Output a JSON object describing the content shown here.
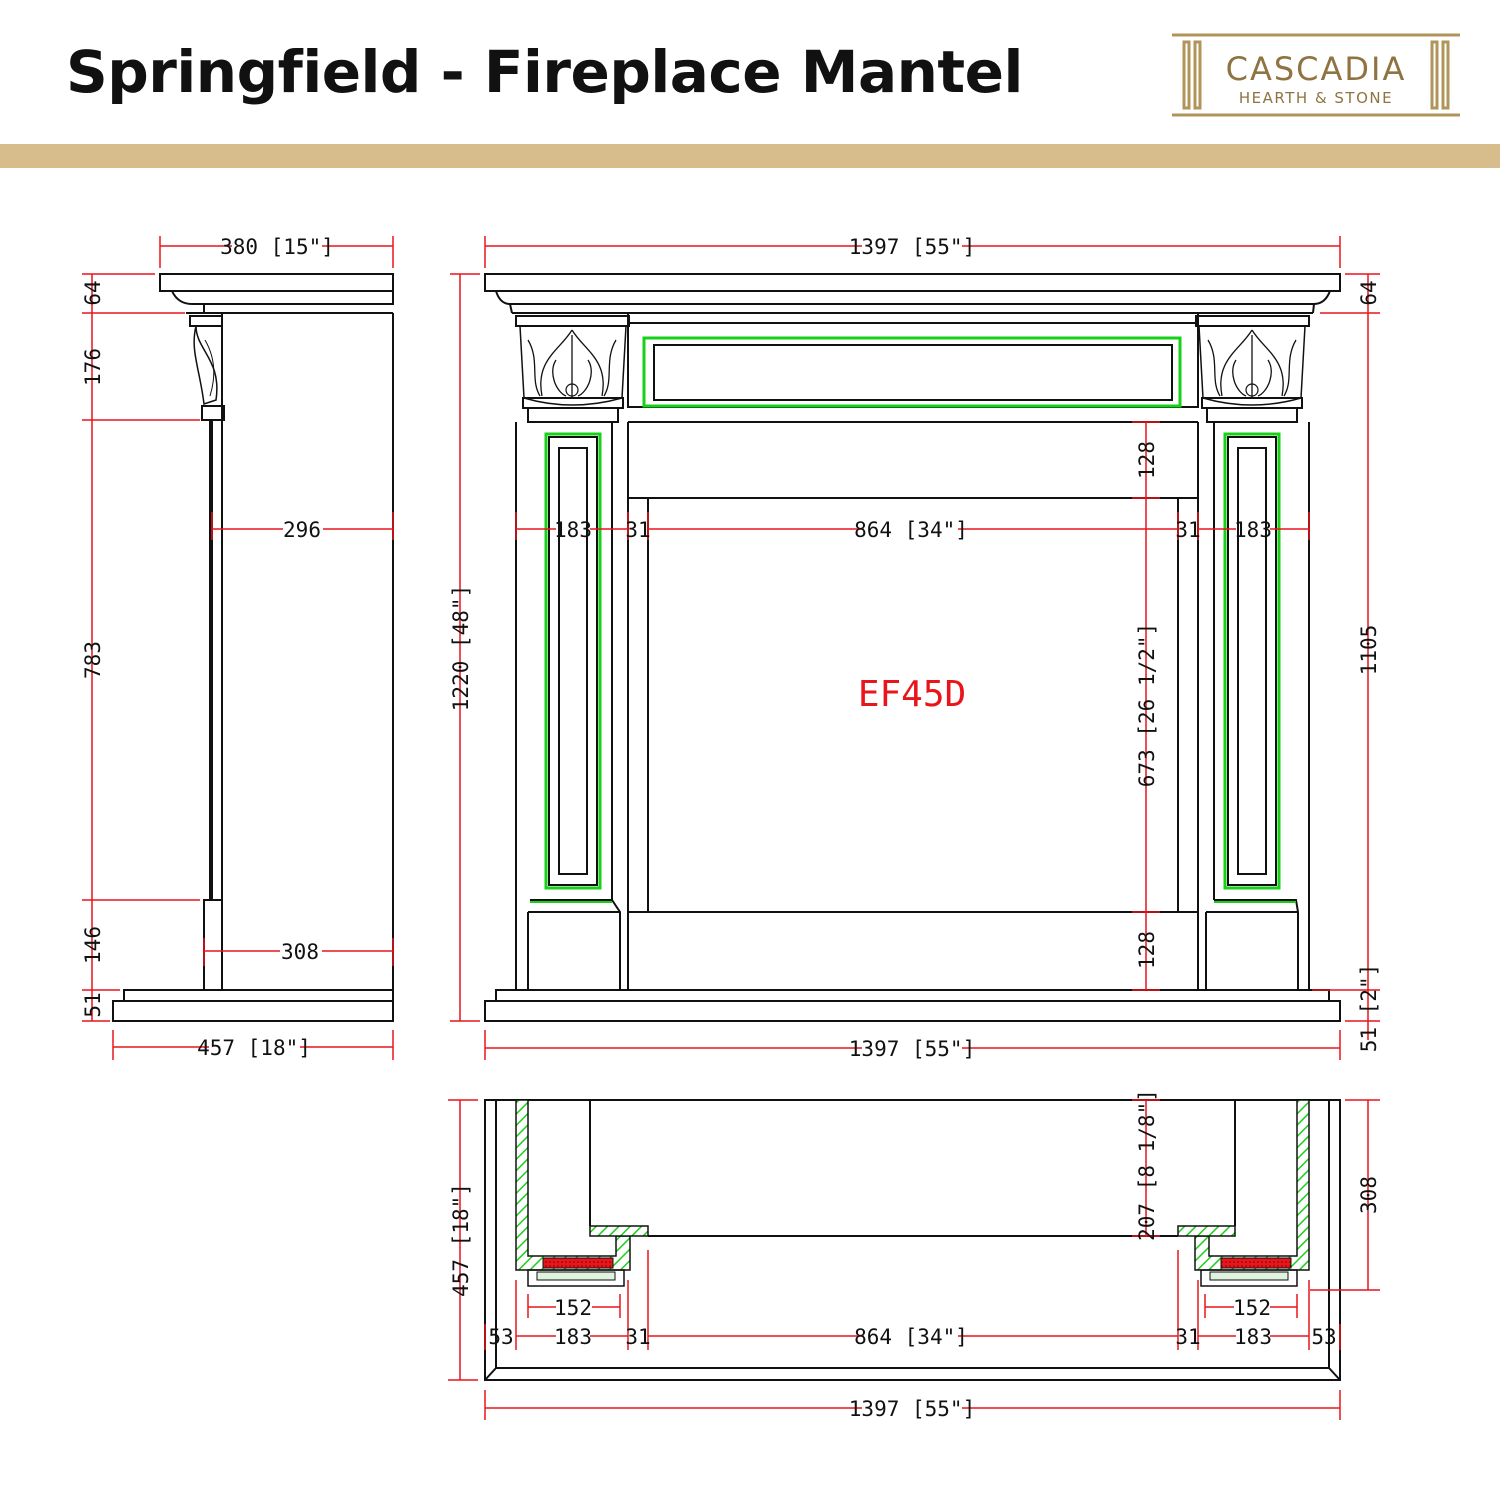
{
  "header": {
    "title": "Springfield - Fireplace Mantel",
    "band_color": "#d8bd8c"
  },
  "logo": {
    "name": "CASCADIA",
    "tagline": "HEARTH & STONE",
    "color": "#b0945a"
  },
  "colors": {
    "outline": "#111111",
    "dimension": "#e8151b",
    "panel_highlight": "#19d019",
    "hatch_red": "#e8151b"
  },
  "side_view": {
    "top_width": "380 [15\"]",
    "depth_upper": "296",
    "depth_lower": "308",
    "base_width": "457 [18\"]",
    "h_cap": "64",
    "h_corbel": "176",
    "h_leg": "783",
    "h_plinth": "146",
    "h_base": "51"
  },
  "front_view": {
    "overall_width_top": "1397 [55\"]",
    "overall_height": "1220 [48\"]",
    "h_cap": "64",
    "h_leg_total": "1105",
    "h_base": "51 [2\"]",
    "leg_width_left": "183",
    "reveal_left": "31",
    "opening_width": "864 [34\"]",
    "reveal_right": "31",
    "leg_width_right": "183",
    "header_height": "128",
    "opening_height": "673 [26 1/2\"]",
    "hearth_height": "128",
    "insert_model": "EF45D",
    "overall_width_bottom": "1397 [55\"]"
  },
  "plan_view": {
    "overall_depth": "457 [18\"]",
    "inner_depth": "207 [8 1/8\"]",
    "leg_depth": "308",
    "post_left": "152",
    "post_right": "152",
    "edge_left": "53",
    "leg_left": "183",
    "reveal_left": "31",
    "opening": "864 [34\"]",
    "reveal_right": "31",
    "leg_right": "183",
    "edge_right": "53",
    "overall_width": "1397 [55\"]"
  }
}
